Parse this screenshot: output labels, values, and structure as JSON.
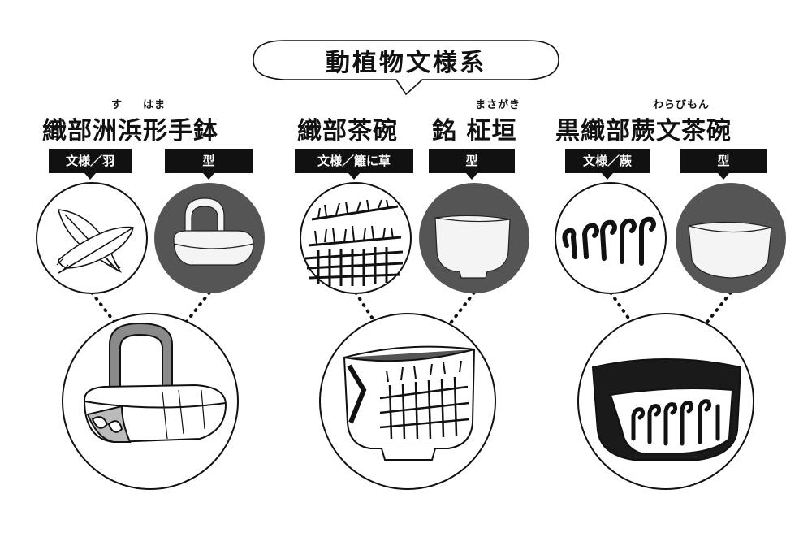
{
  "header": {
    "title": "動植物文様系"
  },
  "items": [
    {
      "title": "織部洲浜形手鉢",
      "ruby": [
        "す",
        "はま"
      ],
      "pattern_tag": "文様／羽",
      "shape_tag": "型"
    },
    {
      "title_main": "織部茶碗",
      "title_mei": "銘 柾垣",
      "ruby": [
        "まさがき"
      ],
      "pattern_tag": "文様／籬に草",
      "shape_tag": "型"
    },
    {
      "title_pre": "黒織部",
      "title_post": "文茶碗",
      "title_kanji": "蕨",
      "ruby": [
        "わらびもん"
      ],
      "pattern_tag": "文様／蕨",
      "shape_tag": "型"
    }
  ],
  "colors": {
    "ink": "#111111",
    "shade": "#555555",
    "paper": "#ffffff"
  }
}
